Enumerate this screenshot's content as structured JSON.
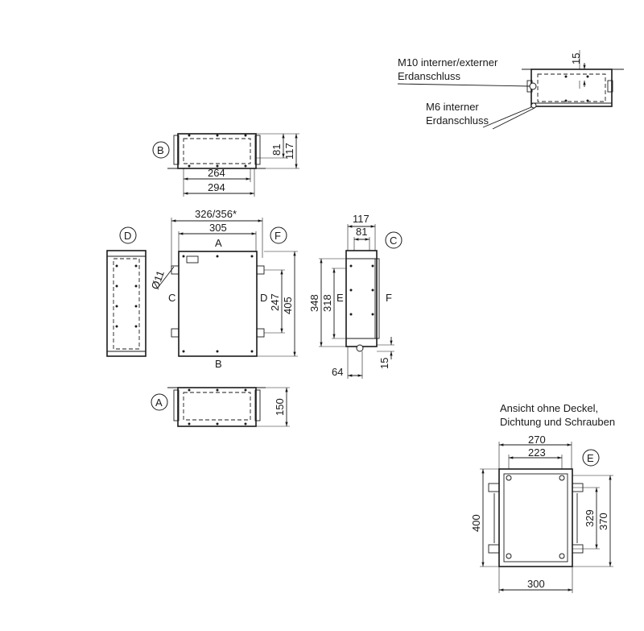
{
  "annotations": {
    "m10": "M10 interner/externer",
    "m10_2": "Erdanschluss",
    "m6": "M6 interner",
    "m6_2": "Erdanschluss",
    "ansicht": "Ansicht ohne Deckel,",
    "ansicht_2": "Dichtung und Schrauben"
  },
  "views": {
    "A": "A",
    "B": "B",
    "C": "C",
    "D": "D",
    "E": "E",
    "F": "F"
  },
  "side_labels": {
    "top": "A",
    "bottom": "B",
    "left": "C",
    "right": "D",
    "c_side_e": "E",
    "c_side_f": "F"
  },
  "dimensions": {
    "d15_top": "15",
    "b_81": "81",
    "b_117": "117",
    "b_264": "264",
    "b_294": "294",
    "f_326_356": "326/356*",
    "f_305": "305",
    "f_dia11": "Ø11",
    "f_247": "247",
    "f_405": "405",
    "c_117": "117",
    "c_81": "81",
    "c_348": "348",
    "c_318": "318",
    "c_64": "64",
    "c_15": "15",
    "a_150": "150",
    "e_270": "270",
    "e_223": "223",
    "e_400": "400",
    "e_329": "329",
    "e_370": "370",
    "e_300": "300"
  }
}
